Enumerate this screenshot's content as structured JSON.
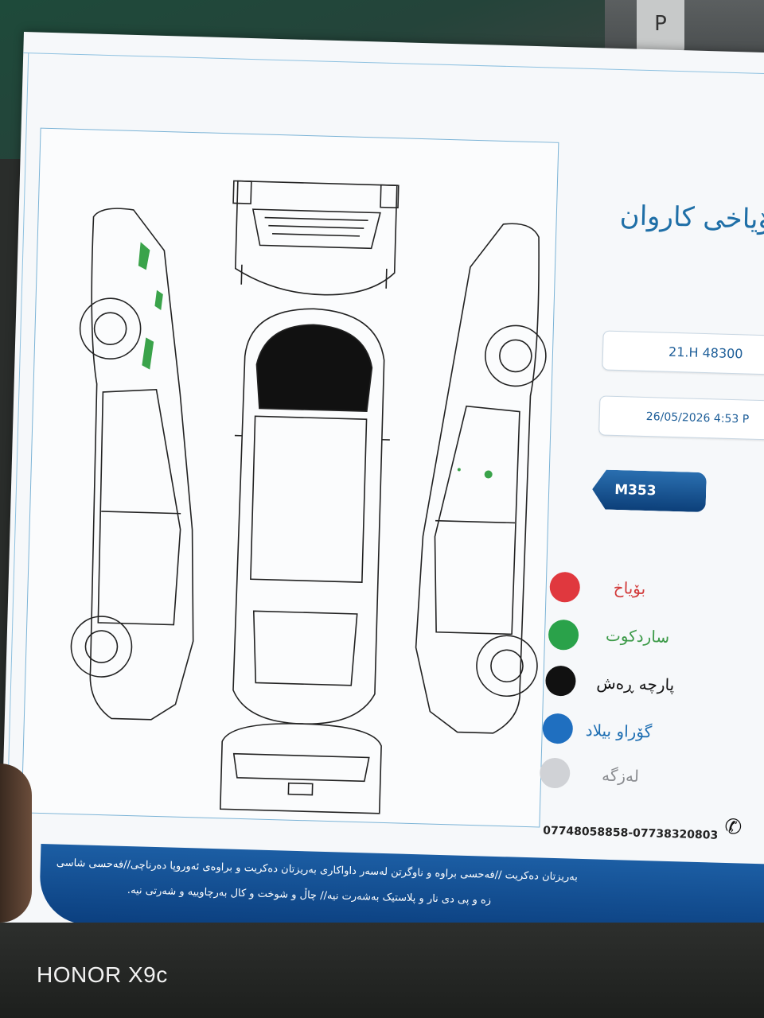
{
  "title": "-بۆیاخی کاروان",
  "plate_number": "21.H 48300",
  "datetime": "26/05/2026 4:53 P",
  "code": "M353",
  "legend": [
    {
      "label": "بۆیاخ",
      "color": "#e0383e",
      "label_color": "#d23a3a"
    },
    {
      "label": "ساردکوت",
      "color": "#2aa24a",
      "label_color": "#3c9a48"
    },
    {
      "label": "پارچە ڕەش",
      "color": "#111111",
      "label_color": "#111111"
    },
    {
      "label": "گۆراو بیلاد",
      "color": "#1f6fc0",
      "label_color": "#1f6fb3"
    },
    {
      "label": "لەزگە",
      "color": "#d0d2d6",
      "label_color": "#8a8c90"
    }
  ],
  "phone": "07748058858-07738320803",
  "footer_lines": [
    "بەریزتان دەکریت //فەحسی براوە و ناوگرتن لەسەر داواکاری بەریزتان دەکریت و براوەی ئەوروپا دەرناچی//فەحسی شاسی",
    "زە و پی دی نار و  پلاستیک بەشەرت نیە// چاڵ و شوخت و کال بەرچاوییە و شەرتی نیە."
  ],
  "watermark": "HONOR X9c"
}
